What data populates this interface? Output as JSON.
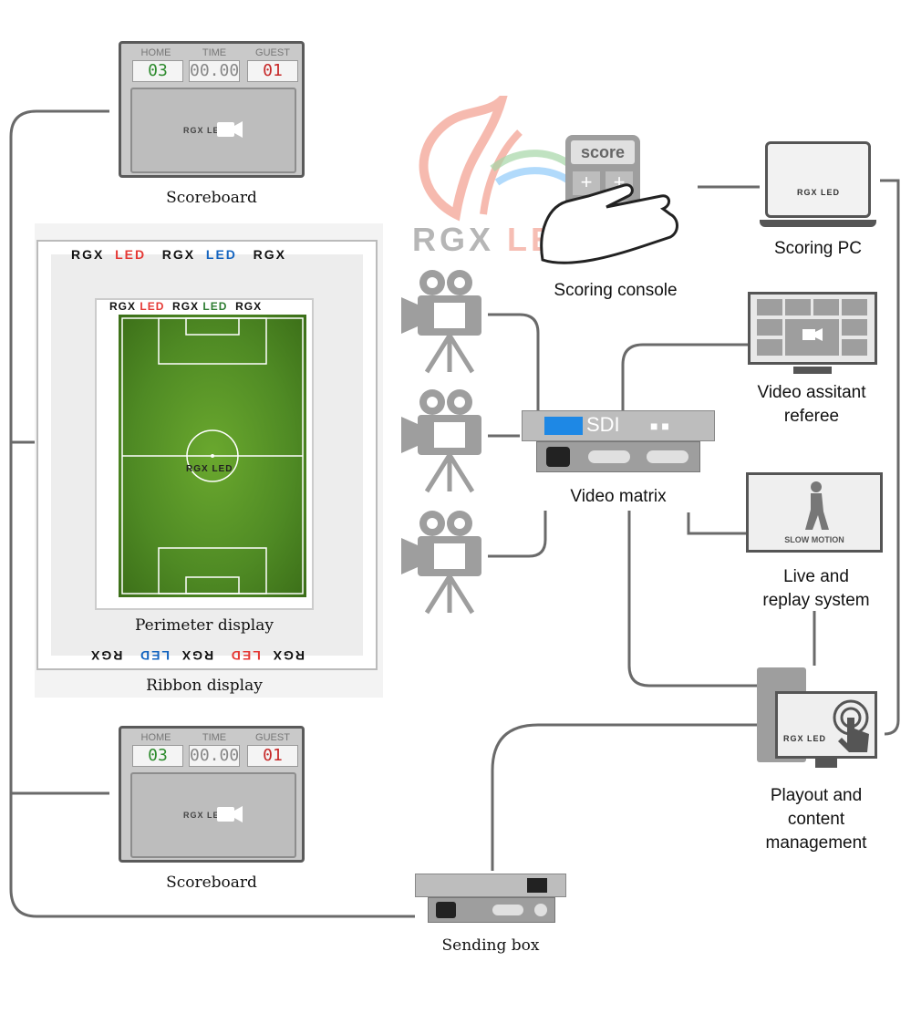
{
  "labels": {
    "scoreboard_top": "Scoreboard",
    "scoreboard_bottom": "Scoreboard",
    "perimeter_display": "Perimeter display",
    "ribbon_display": "Ribbon display",
    "scoring_console": "Scoring console",
    "scoring_pc": "Scoring PC",
    "video_matrix": "Video matrix",
    "var_line1": "Video assitant",
    "var_line2": "referee",
    "replay_line1": "Live and",
    "replay_line2": "replay system",
    "playout_line1": "Playout and",
    "playout_line2": "content",
    "playout_line3": "management",
    "sending_box": "Sending box"
  },
  "scoreboard": {
    "home_label": "HOME",
    "time_label": "TIME",
    "guest_label": "GUEST",
    "home_score": "03",
    "time_value": "00.00",
    "guest_score": "01"
  },
  "brand": {
    "rgx": "RGX",
    "led": "LED",
    "logo_text": "RGX LED"
  },
  "devices": {
    "console_text": "score",
    "matrix_text": "SDI",
    "slow_motion": "SLOW MOTION"
  },
  "colors": {
    "line": "#666666",
    "pitch": "#4f8a24",
    "home_digit": "#2e8b2e",
    "guest_digit": "#c62828",
    "sdi_blue": "#1e88e5",
    "brand_red": "#e53935",
    "brand_green": "#2e7d32",
    "brand_blue": "#1565c0"
  }
}
